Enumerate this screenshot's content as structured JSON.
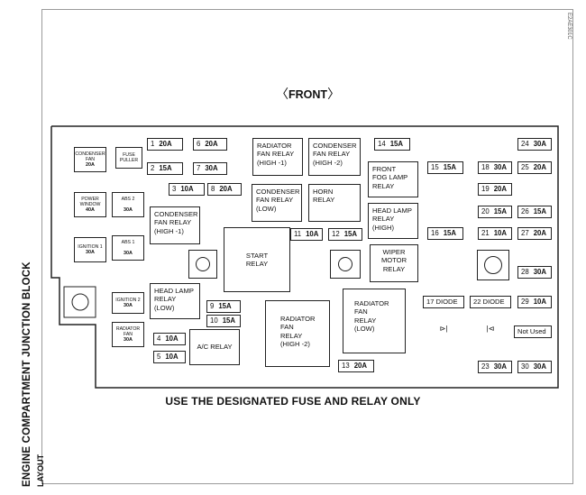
{
  "doc_code": "E2AE301C",
  "side_title": "ENGINE COMPARTMENT JUNCTION BLOCK",
  "side_subtitle": "LAYOUT",
  "front": "FRONT",
  "footer": "USE THE DESIGNATED FUSE AND RELAY ONLY",
  "small_components": {
    "condenser_fan": {
      "line1": "CONDENSER",
      "line2": "FAN",
      "amp": "20A"
    },
    "fuse_puller": {
      "line1": "FUSE",
      "line2": "PULLER"
    },
    "power_window": {
      "line1": "POWER",
      "line2": "WINDOW",
      "amp": "40A"
    },
    "abs2": {
      "line1": "ABS 2",
      "amp": "30A"
    },
    "ignition1": {
      "line1": "IGNITION 1",
      "amp": "30A"
    },
    "abs1": {
      "line1": "ABS 1",
      "amp": "30A"
    },
    "ignition2": {
      "line1": "IGNITION 2",
      "amp": "30A"
    },
    "radiator_fan": {
      "line1": "RADIATOR",
      "line2": "FAN",
      "amp": "30A"
    }
  },
  "relays": {
    "radiator_fan_relay_high1": [
      "RADIATOR",
      "FAN RELAY",
      "(HIGH -1)"
    ],
    "condenser_fan_relay_high2": [
      "CONDENSER",
      "FAN RELAY",
      "(HIGH -2)"
    ],
    "front_fog_lamp_relay": [
      "FRONT",
      "FOG LAMP",
      "RELAY"
    ],
    "condenser_fan_relay_low": [
      "CONDENSER",
      "FAN RELAY",
      "(LOW)"
    ],
    "horn_relay": [
      "HORN",
      "RELAY"
    ],
    "head_lamp_relay_high": [
      "HEAD LAMP",
      "RELAY",
      "(HIGH)"
    ],
    "condenser_fan_relay_high1": [
      "CONDENSER",
      "FAN RELAY",
      "(HIGH -1)"
    ],
    "start_relay": [
      "START",
      "RELAY"
    ],
    "wiper_motor_relay": [
      "WIPER",
      "MOTOR",
      "RELAY"
    ],
    "head_lamp_relay_low": [
      "HEAD LAMP",
      "RELAY",
      "(LOW)"
    ],
    "radiator_fan_relay_low": [
      "RADIATOR",
      "FAN",
      "RELAY",
      "(LOW)"
    ],
    "radiator_fan_relay_high2": [
      "RADIATOR",
      "FAN",
      "RELAY",
      "(HIGH -2)"
    ],
    "ac_relay": [
      "A/C RELAY"
    ]
  },
  "fuses": [
    {
      "num": "1",
      "amp": "20A"
    },
    {
      "num": "2",
      "amp": "15A"
    },
    {
      "num": "3",
      "amp": "10A"
    },
    {
      "num": "4",
      "amp": "10A"
    },
    {
      "num": "5",
      "amp": "10A"
    },
    {
      "num": "6",
      "amp": "20A"
    },
    {
      "num": "7",
      "amp": "30A"
    },
    {
      "num": "8",
      "amp": "20A"
    },
    {
      "num": "9",
      "amp": "15A"
    },
    {
      "num": "10",
      "amp": "15A"
    },
    {
      "num": "11",
      "amp": "10A"
    },
    {
      "num": "12",
      "amp": "15A"
    },
    {
      "num": "13",
      "amp": "20A"
    },
    {
      "num": "14",
      "amp": "15A"
    },
    {
      "num": "15",
      "amp": "15A"
    },
    {
      "num": "16",
      "amp": "15A"
    },
    {
      "num": "18",
      "amp": "30A"
    },
    {
      "num": "19",
      "amp": "20A"
    },
    {
      "num": "20",
      "amp": "15A"
    },
    {
      "num": "21",
      "amp": "10A"
    },
    {
      "num": "23",
      "amp": "30A"
    },
    {
      "num": "24",
      "amp": "30A"
    },
    {
      "num": "25",
      "amp": "20A"
    },
    {
      "num": "26",
      "amp": "15A"
    },
    {
      "num": "27",
      "amp": "20A"
    },
    {
      "num": "28",
      "amp": "30A"
    },
    {
      "num": "29",
      "amp": "10A"
    },
    {
      "num": "30",
      "amp": "30A"
    }
  ],
  "diodes": {
    "d17": "17 DIODE",
    "d22": "22 DIODE"
  },
  "not_used": "Not Used"
}
